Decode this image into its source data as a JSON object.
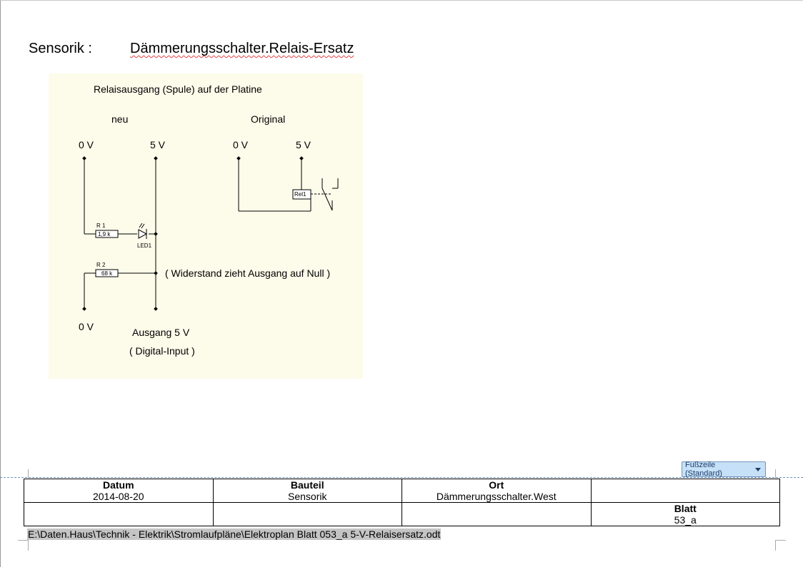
{
  "heading": {
    "label": "Sensorik :",
    "title": "Dämmerungsschalter.Relais-Ersatz"
  },
  "diagram": {
    "caption": "Relaisausgang (Spule) auf der Platine",
    "new_label": "neu",
    "original_label": "Original",
    "new_0v": "0 V",
    "new_5v": "5 V",
    "orig_0v": "0 V",
    "orig_5v": "5 V",
    "r1_name": "R 1",
    "r1_value": "1,9 k",
    "led_name": "LED1",
    "r2_name": "R 2",
    "r2_value": "68 k",
    "rel_name": "Rel1",
    "resistor_note": "( Widerstand zieht Ausgang auf Null )",
    "bottom_0v": "0 V",
    "output_label": "Ausgang 5 V",
    "output_note": "( Digital-Input )"
  },
  "footer": {
    "tag_label": "Fußzeile (Standard)",
    "table": {
      "datum_label": "Datum",
      "datum_value": "2014-08-20",
      "bauteil_label": "Bauteil",
      "bauteil_value": "Sensorik",
      "ort_label": "Ort",
      "ort_value": "Dämmerungsschalter.West",
      "blatt_label": "Blatt",
      "blatt_value": "53_a"
    },
    "file_path": "E:\\Daten.Haus\\Technik - Elektrik\\Stromlaufpläne\\Elektroplan Blatt 053_a 5-V-Relaisersatz.odt"
  }
}
